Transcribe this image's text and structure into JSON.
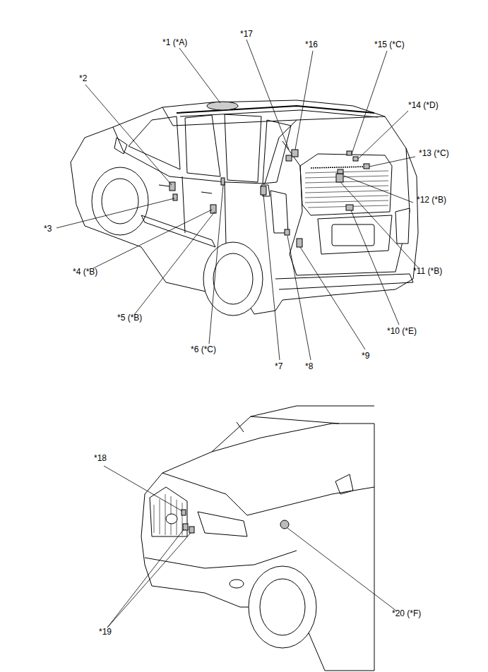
{
  "diagram": {
    "labels": [
      "*1 (*A)",
      "*2",
      "*3",
      "*4 (*B)",
      "*5 (*B)",
      "*6 (*C)",
      "*7",
      "*8",
      "*9",
      "*10 (*E)",
      "*11 (*B)",
      "*12 (*B)",
      "*13 (*C)",
      "*14 (*D)",
      "*15 (*C)",
      "*16",
      "*17",
      "*18",
      "*19",
      "*20 (*F)"
    ]
  }
}
